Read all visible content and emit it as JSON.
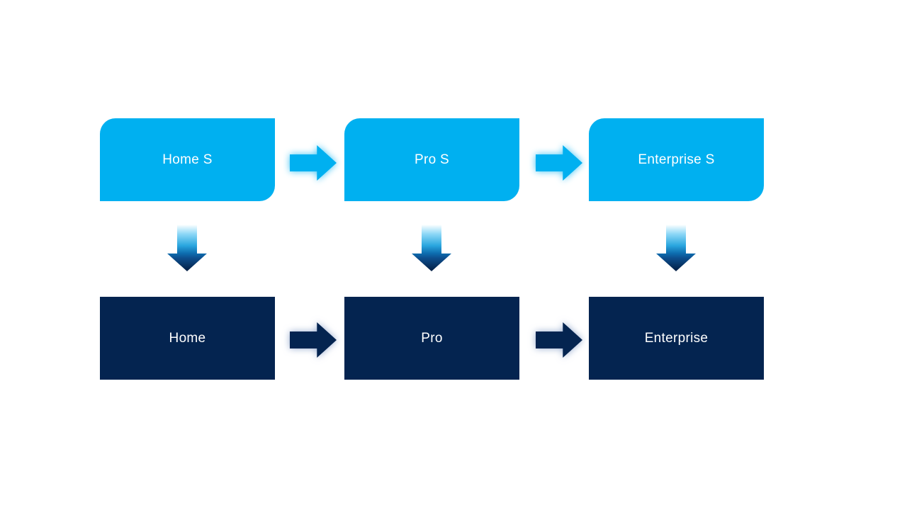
{
  "diagram": {
    "background": "#FFFFFF",
    "colors": {
      "light_blue": "#00B0F0",
      "dark_navy": "#042450",
      "text": "#FFFFFF",
      "down_arrow_gradient_top": "#FFFFFF",
      "down_arrow_gradient_mid": "#2AA6DF",
      "down_arrow_gradient_bottom": "#031D42"
    },
    "top_row": {
      "style": "light",
      "nodes": [
        {
          "label": "Home S"
        },
        {
          "label": "Pro S"
        },
        {
          "label": "Enterprise S"
        }
      ]
    },
    "bottom_row": {
      "style": "dark",
      "nodes": [
        {
          "label": "Home"
        },
        {
          "label": "Pro"
        },
        {
          "label": "Enterprise"
        }
      ]
    },
    "edges": [
      {
        "from": "Home S",
        "to": "Pro S",
        "direction": "right",
        "style": "light"
      },
      {
        "from": "Pro S",
        "to": "Enterprise S",
        "direction": "right",
        "style": "light"
      },
      {
        "from": "Home",
        "to": "Pro",
        "direction": "right",
        "style": "dark"
      },
      {
        "from": "Pro",
        "to": "Enterprise",
        "direction": "right",
        "style": "dark"
      },
      {
        "from": "Home S",
        "to": "Home",
        "direction": "down",
        "style": "gradient"
      },
      {
        "from": "Pro S",
        "to": "Pro",
        "direction": "down",
        "style": "gradient"
      },
      {
        "from": "Enterprise S",
        "to": "Enterprise",
        "direction": "down",
        "style": "gradient"
      }
    ]
  }
}
